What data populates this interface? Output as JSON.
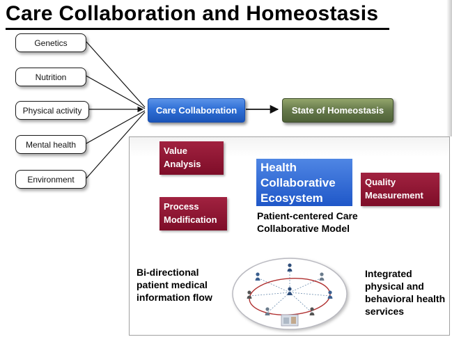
{
  "title": "Care Collaboration and Homeostasis",
  "factors": [
    "Genetics",
    "Nutrition",
    "Physical activity",
    "Mental health",
    "Environment"
  ],
  "main_flow": {
    "care_collaboration": "Care Collaboration",
    "homeostasis": "State of Homeostasis"
  },
  "ecosystem_panel": {
    "value_analysis": "Value Analysis",
    "process_modification": "Process Modification",
    "health_collaborative_ecosystem": "Health Collaborative Ecosystem",
    "quality_measurement": "Quality Measurement",
    "patient_centered_model": "Patient-centered Care Collaborative Model",
    "bidirectional_flow": "Bi-directional patient medical information flow",
    "integrated_services": "Integrated physical and behavioral health services"
  },
  "colors": {
    "primary_blue": "#2f6fd6",
    "olive_green": "#64784a",
    "maroon": "#8e1230"
  }
}
